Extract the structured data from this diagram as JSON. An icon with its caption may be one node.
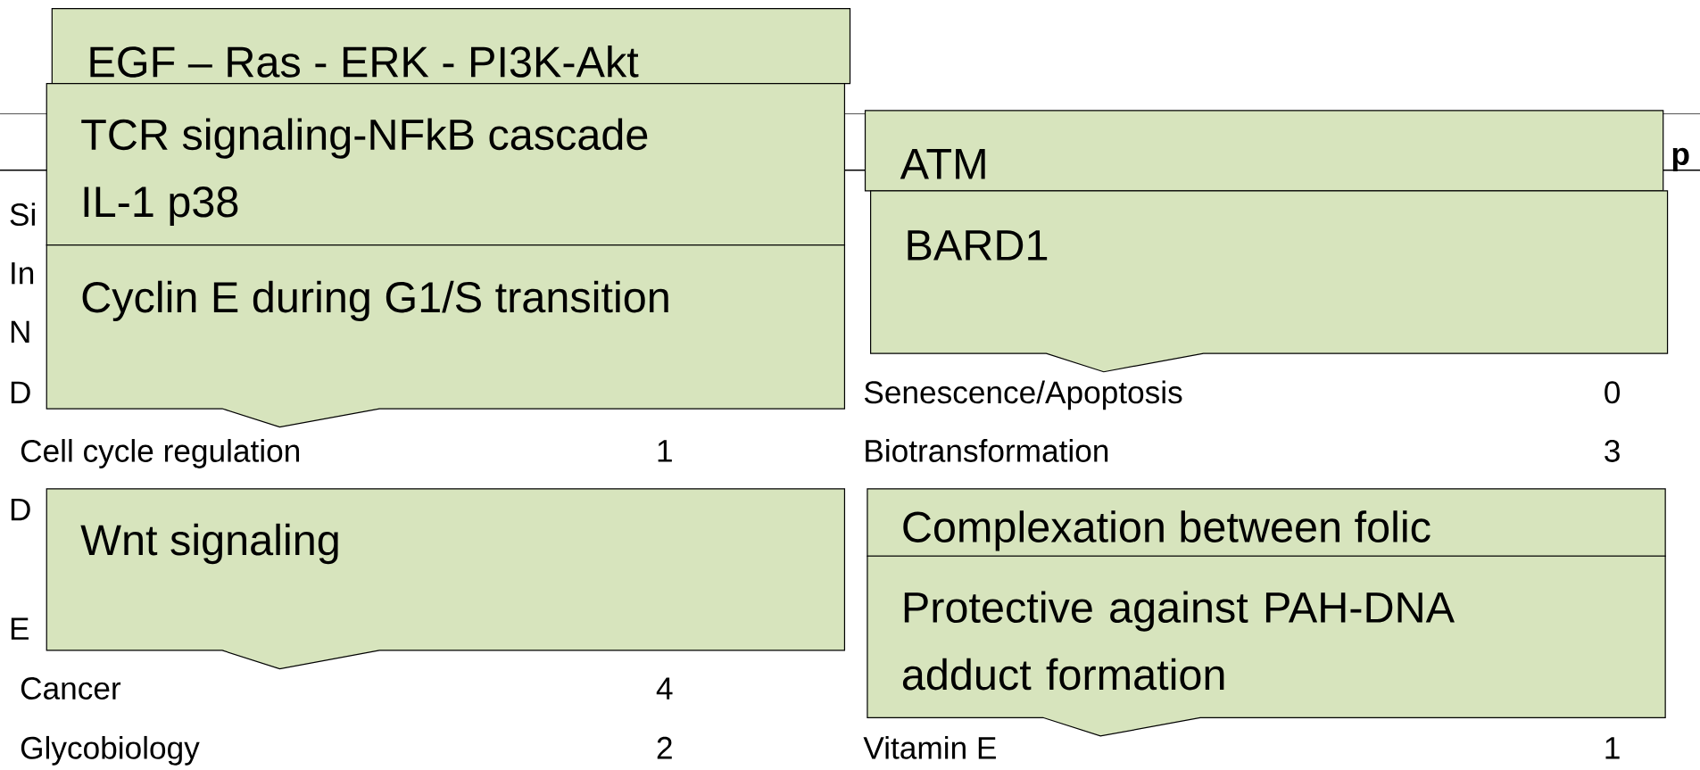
{
  "diagram": {
    "nodes": [
      {
        "text": [
          "EGF – Ras - ERK - PI3K-Akt"
        ]
      },
      {
        "text": [
          "TCR signaling-NFkB cascade",
          "IL-1 p38"
        ]
      },
      {
        "text": [
          "Cyclin E during G1/S transition"
        ]
      },
      {
        "text": [
          "ATM"
        ]
      },
      {
        "text": [
          "BARD1"
        ]
      },
      {
        "text": [
          "Wnt signaling"
        ]
      },
      {
        "text": [
          "Complexation between folic"
        ]
      },
      {
        "text": [
          "Protective against PAH-DNA adduct formation"
        ]
      }
    ],
    "labels": [
      "p",
      "Si",
      "In",
      "N",
      "D",
      "Senescence/Apoptosis",
      "0",
      "Cell cycle regulation",
      "1",
      "Biotransformation",
      "3",
      "D",
      "E",
      "Cancer",
      "4",
      "Glycobiology",
      "2",
      "Vitamin E",
      "1"
    ]
  }
}
